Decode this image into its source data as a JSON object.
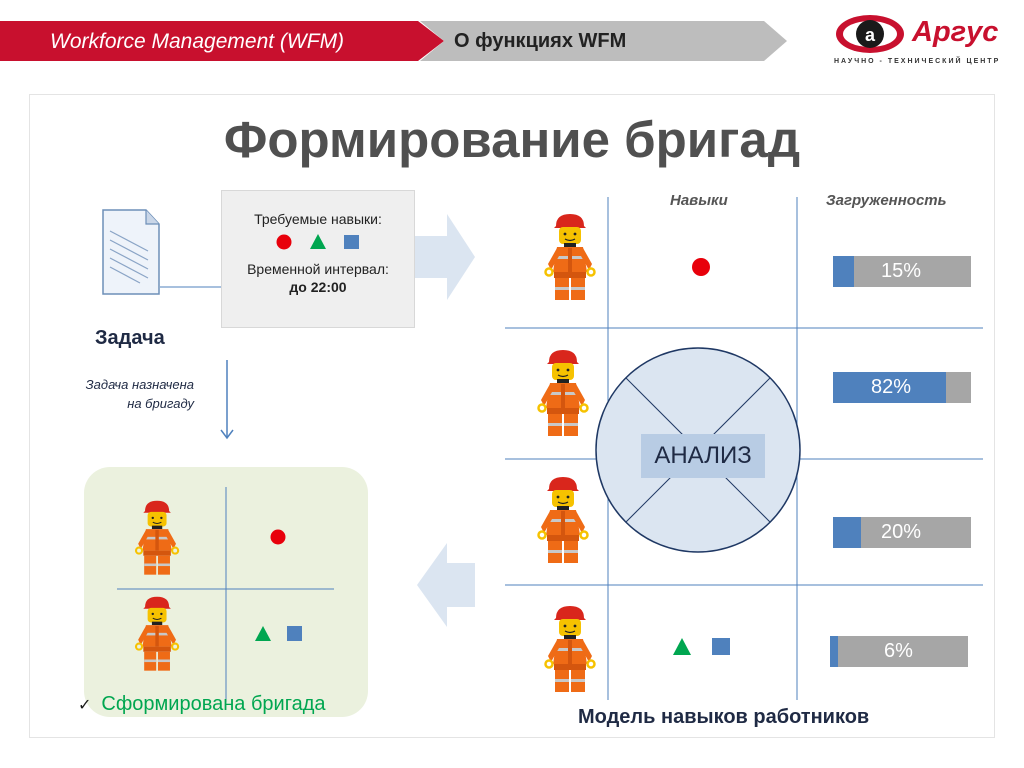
{
  "header": {
    "section_label": "Workforce Management (WFM)",
    "page_label": "О функциях WFM"
  },
  "logo": {
    "brand": "Аргус",
    "subtitle": "НАУЧНО - ТЕХНИЧЕСКИЙ ЦЕНТР"
  },
  "slide": {
    "title": "Формирование бригад"
  },
  "task": {
    "label": "Задача",
    "required_skills_label": "Требуемые навыки:",
    "interval_label": "Временной интервал:",
    "interval_value": "до 22:00",
    "assigned_note_line1": "Задача назначена",
    "assigned_note_line2": "на бригаду"
  },
  "model": {
    "col_skills": "Навыки",
    "col_load": "Загруженность",
    "analysis_label": "АНАЛИЗ",
    "caption": "Модель навыков работников",
    "workers": [
      {
        "load_pct": 15,
        "load_label": "15%",
        "skills": [
          "circle"
        ]
      },
      {
        "load_pct": 82,
        "load_label": "82%",
        "skills": []
      },
      {
        "load_pct": 20,
        "load_label": "20%",
        "skills": []
      },
      {
        "load_pct": 6,
        "load_label": "6%",
        "skills": [
          "triangle",
          "square"
        ]
      }
    ]
  },
  "brigade": {
    "status": "Сформирована бригада"
  },
  "colors": {
    "brand_red": "#c8102e",
    "skill_circle": "#e8000b",
    "skill_triangle": "#00a650",
    "skill_square": "#4f81bd",
    "load_fill": "#4f81bd",
    "load_bg": "#a6a6a6"
  }
}
